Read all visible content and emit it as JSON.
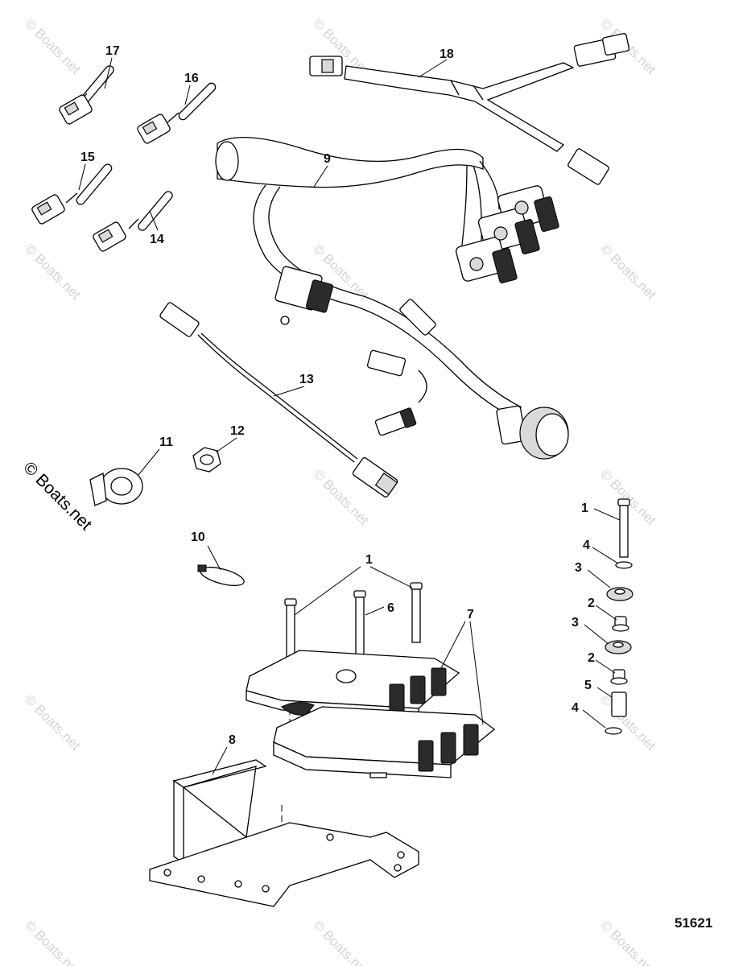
{
  "watermark": {
    "text": "© Boats.net",
    "prominent_text": "© Boats.net"
  },
  "figure_number": "51621",
  "callouts": {
    "c17": "17",
    "c16": "16",
    "c15": "15",
    "c14": "14",
    "c18": "18",
    "c9": "9",
    "c13": "13",
    "c11": "11",
    "c12": "12",
    "c10": "10",
    "c1_ecm": "1",
    "c6": "6",
    "c7": "7",
    "c8": "8",
    "c1_stack": "1",
    "c4_top": "4",
    "c3_top": "3",
    "c2_top": "2",
    "c3_mid": "3",
    "c2_mid": "2",
    "c5": "5",
    "c4_bot": "4"
  }
}
